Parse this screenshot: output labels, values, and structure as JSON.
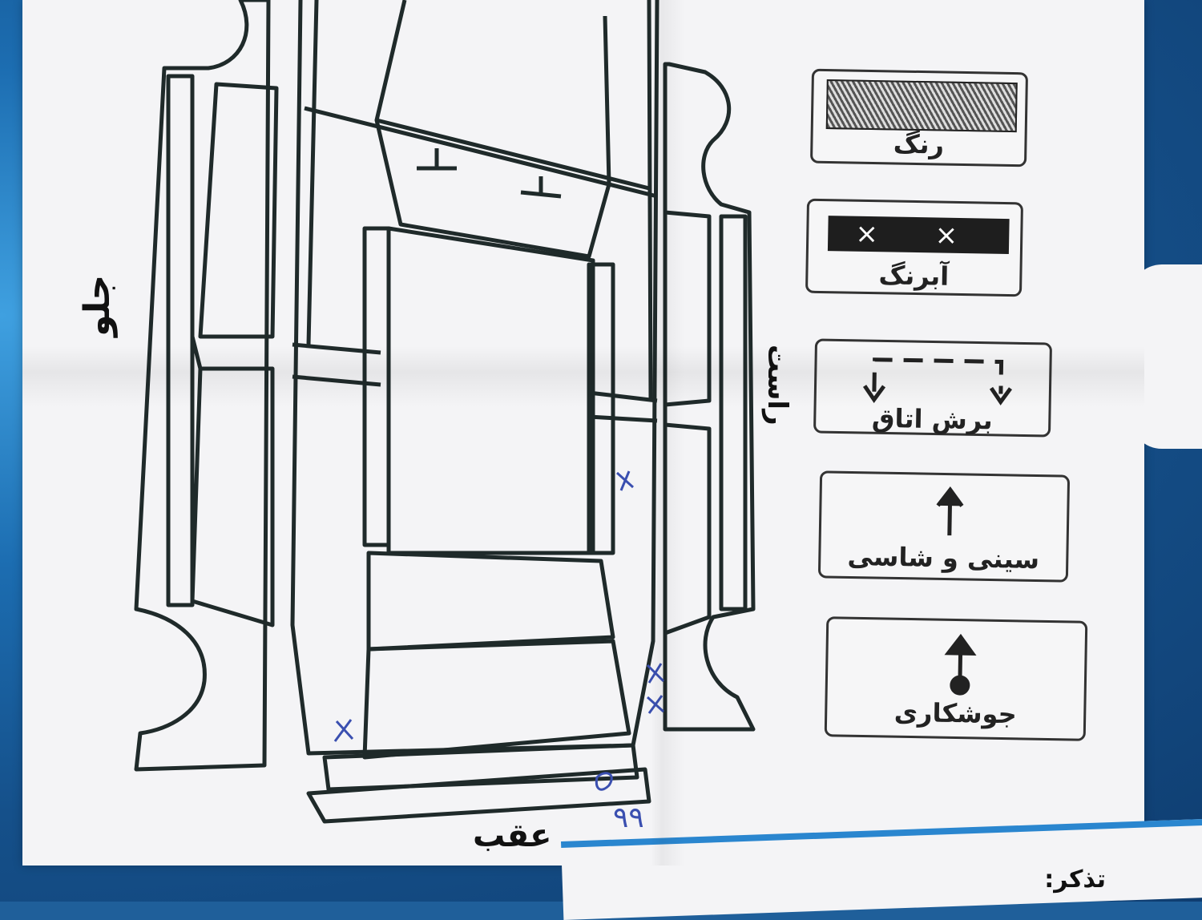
{
  "legend": {
    "paint": "رنگ",
    "scratch": "آبرنگ",
    "scratch_marks": "× ×",
    "cabin_cut": "برش اتاق",
    "chassis": "سینی و شاسی",
    "welding": "جوشکاری"
  },
  "diagram": {
    "right_side": "راست",
    "rear": "عقب",
    "front": "جلو",
    "handwritten_number": "۹۹"
  },
  "notes": {
    "label": "تذکر:"
  },
  "colors": {
    "background_blue": "#1c6db1",
    "paper": "#f4f4f6",
    "line": "#1f2a2a",
    "pen_ink": "#3a4fb0"
  }
}
